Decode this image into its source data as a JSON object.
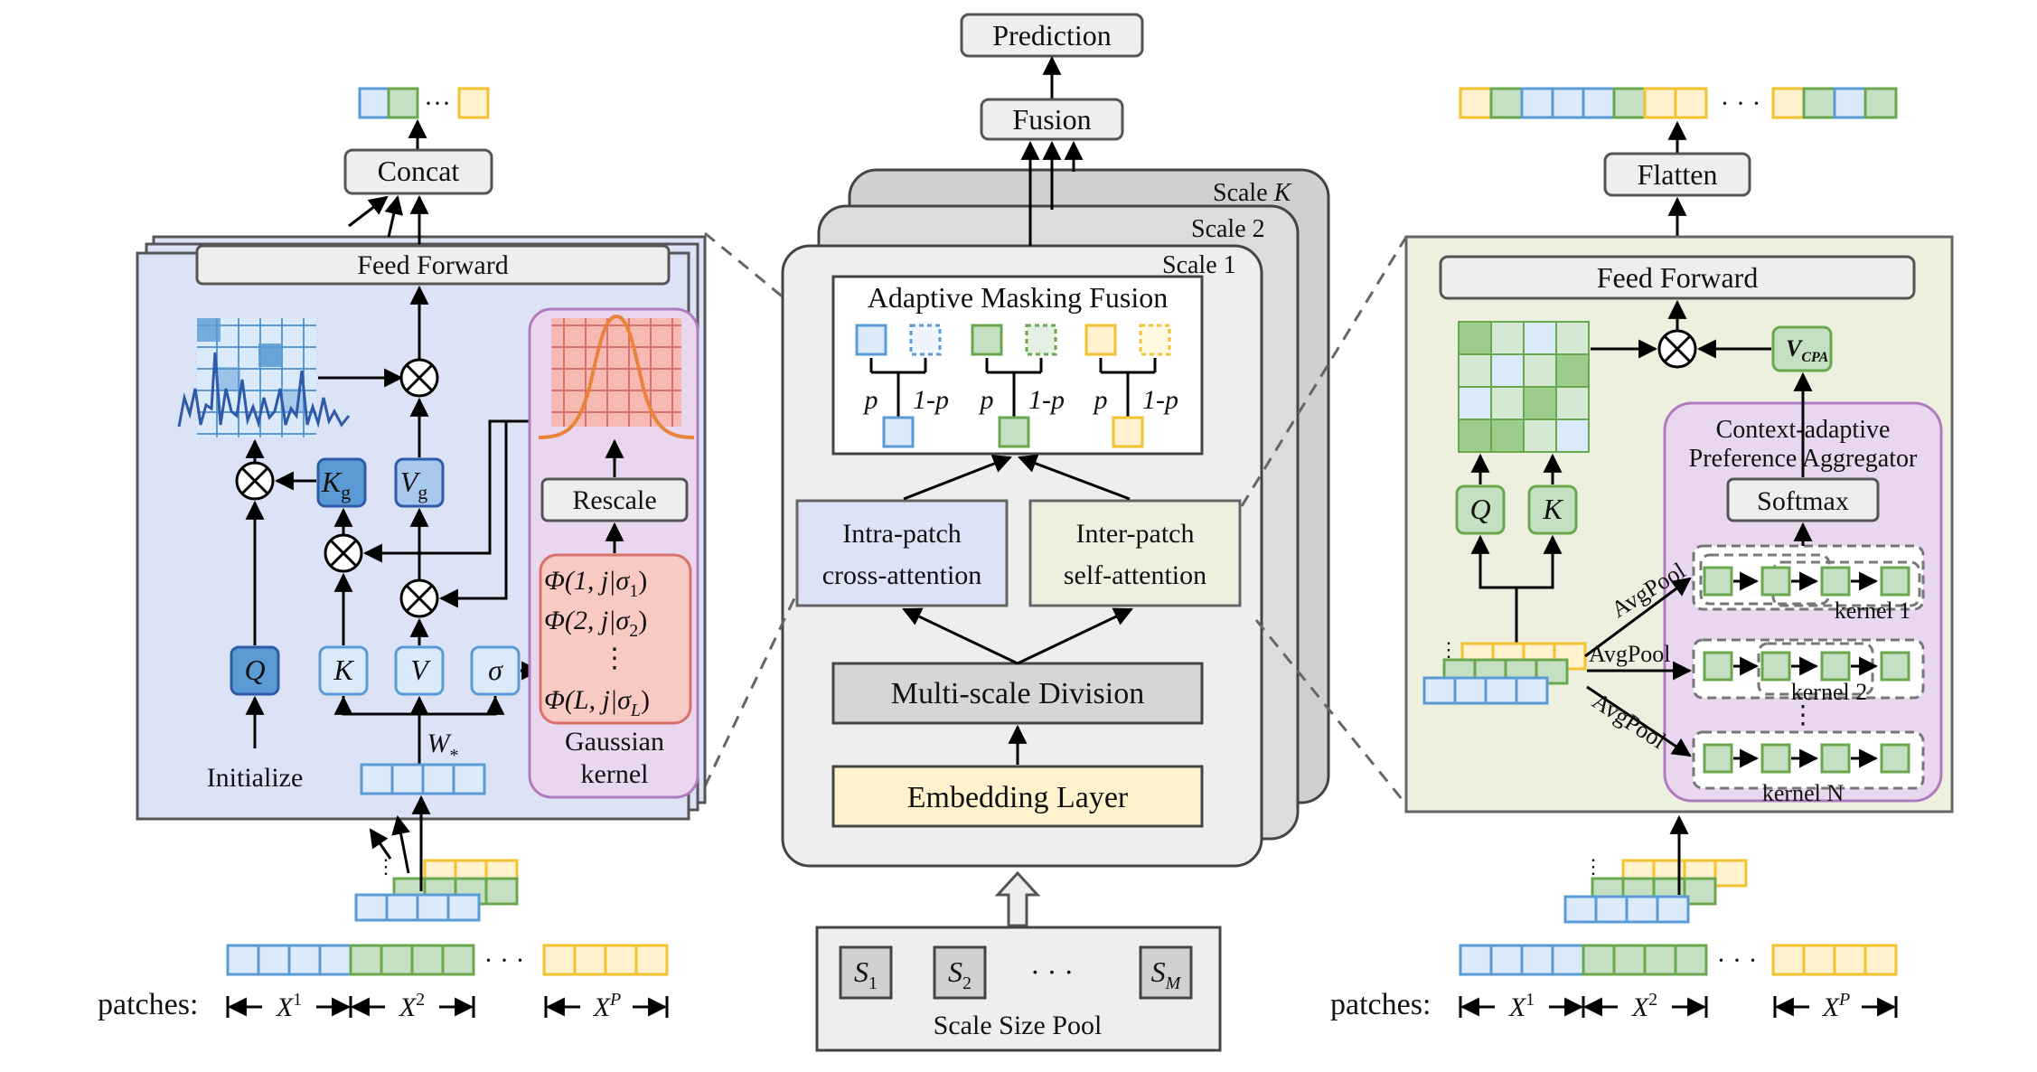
{
  "center": {
    "prediction": "Prediction",
    "fusion": "Fusion",
    "scale_k": "Scale ",
    "scale_k_var": "K",
    "scale_2": "Scale 2",
    "scale_1": "Scale 1",
    "amf_title": "Adaptive Masking Fusion",
    "p": "p",
    "one_minus_p": "1-p",
    "intra_l1": "Intra-patch",
    "intra_l2": "cross-attention",
    "inter_l1": "Inter-patch",
    "inter_l2": "self-attention",
    "msd": "Multi-scale Division",
    "embedding": "Embedding  Layer",
    "pool_title": "Scale Size Pool",
    "s1": "S",
    "s1_sub": "1",
    "s2": "S",
    "s2_sub": "2",
    "sm": "S",
    "sm_sub": "M",
    "dots": "· · ·"
  },
  "left": {
    "concat": "Concat",
    "feed_forward": "Feed Forward",
    "rescale": "Rescale",
    "phi1": "Φ(1, j|σ",
    "phi1_sub": "1",
    "phi2": "Φ(2, j|σ",
    "phi2_sub": "2",
    "phiL": "Φ(L, j|σ",
    "phiL_sub": "L",
    "close_paren": ")",
    "vdots": "⋮",
    "gaussian_l1": "Gaussian",
    "gaussian_l2": "kernel",
    "q": "Q",
    "k": "K",
    "v": "V",
    "sigma": "σ",
    "kg": "K",
    "kg_sub": "g",
    "vg": "V",
    "vg_sub": "g",
    "w": "W",
    "w_sub": "*",
    "initialize": "Initialize",
    "ellipsis": "···",
    "patches_label": "patches:",
    "x1": "X",
    "x1_sup": "1",
    "x2": "X",
    "x2_sup": "2",
    "xp": "X",
    "xp_sup": "P",
    "dots": "· · ·"
  },
  "right": {
    "flatten": "Flatten",
    "feed_forward": "Feed Forward",
    "vcpa": "V",
    "vcpa_sub": "CPA",
    "cpa_l1": "Context-adaptive",
    "cpa_l2": "Preference Aggregator",
    "softmax": "Softmax",
    "q": "Q",
    "k": "K",
    "avgpool": "AvgPool",
    "kernel1": "kernel 1",
    "kernel2": "kernel 2",
    "kernelN": "kernel N",
    "vdots": "⋮",
    "patches_label": "patches:",
    "x1": "X",
    "x1_sup": "1",
    "x2": "X",
    "x2_sup": "2",
    "xp": "X",
    "xp_sup": "P",
    "dots": "· · ·"
  },
  "colors": {
    "blue_cell": "#dbeafb",
    "blue_stroke": "#5b9bd5",
    "green_cell": "#d5e8d4",
    "green_stroke": "#6aa84f",
    "yellow_cell": "#fff2cc",
    "yellow_stroke": "#f1c232",
    "panel_left": "#dde3f6",
    "panel_right": "#eef0df",
    "purple": "#e8d7ee",
    "pink": "#f9c9c4"
  }
}
